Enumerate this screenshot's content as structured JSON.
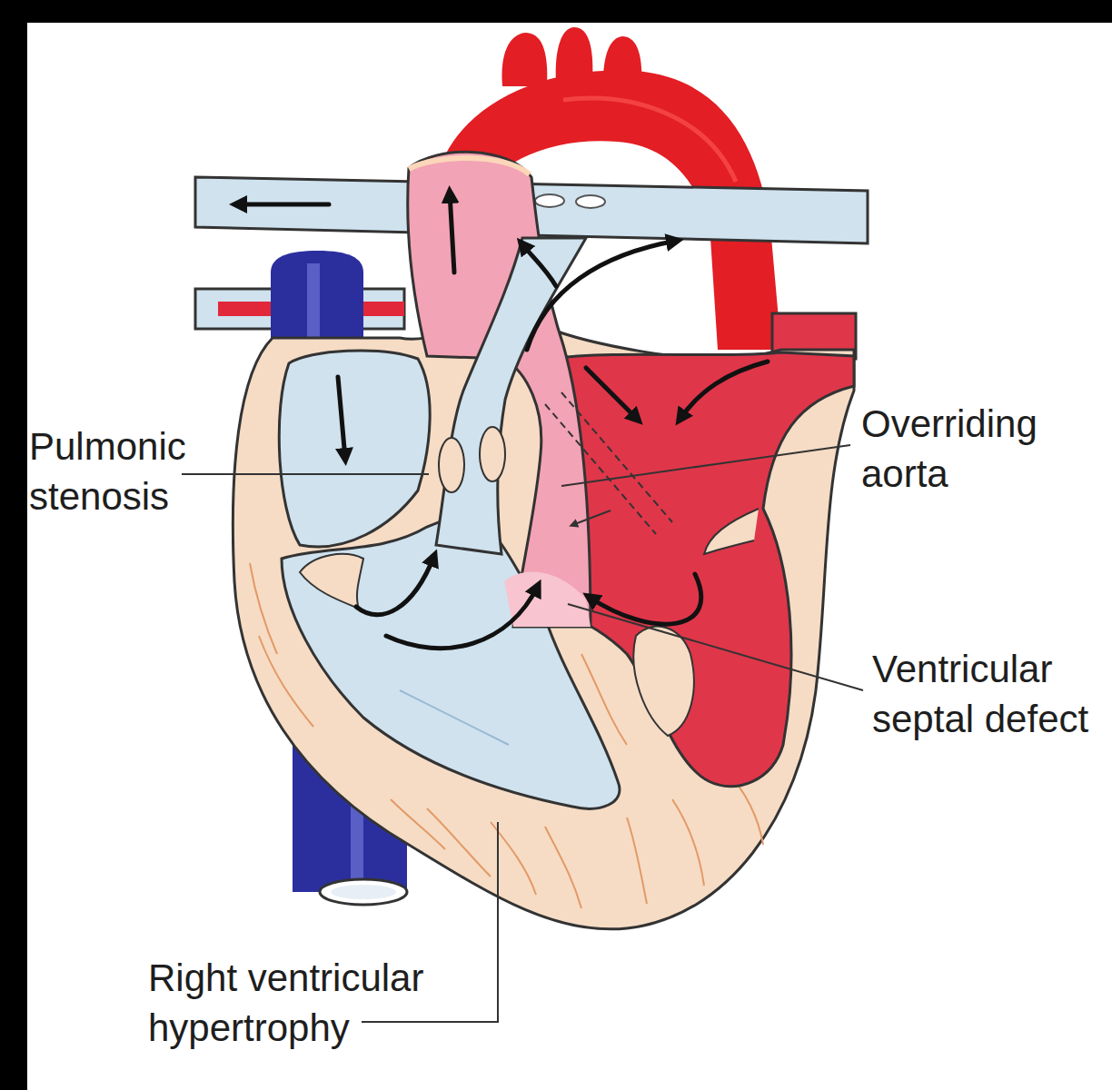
{
  "diagram": {
    "labels": [
      "Pulmonic stenosis",
      "Overriding aorta",
      "Ventricular septal defect",
      "Right ventricular hypertrophy"
    ]
  }
}
